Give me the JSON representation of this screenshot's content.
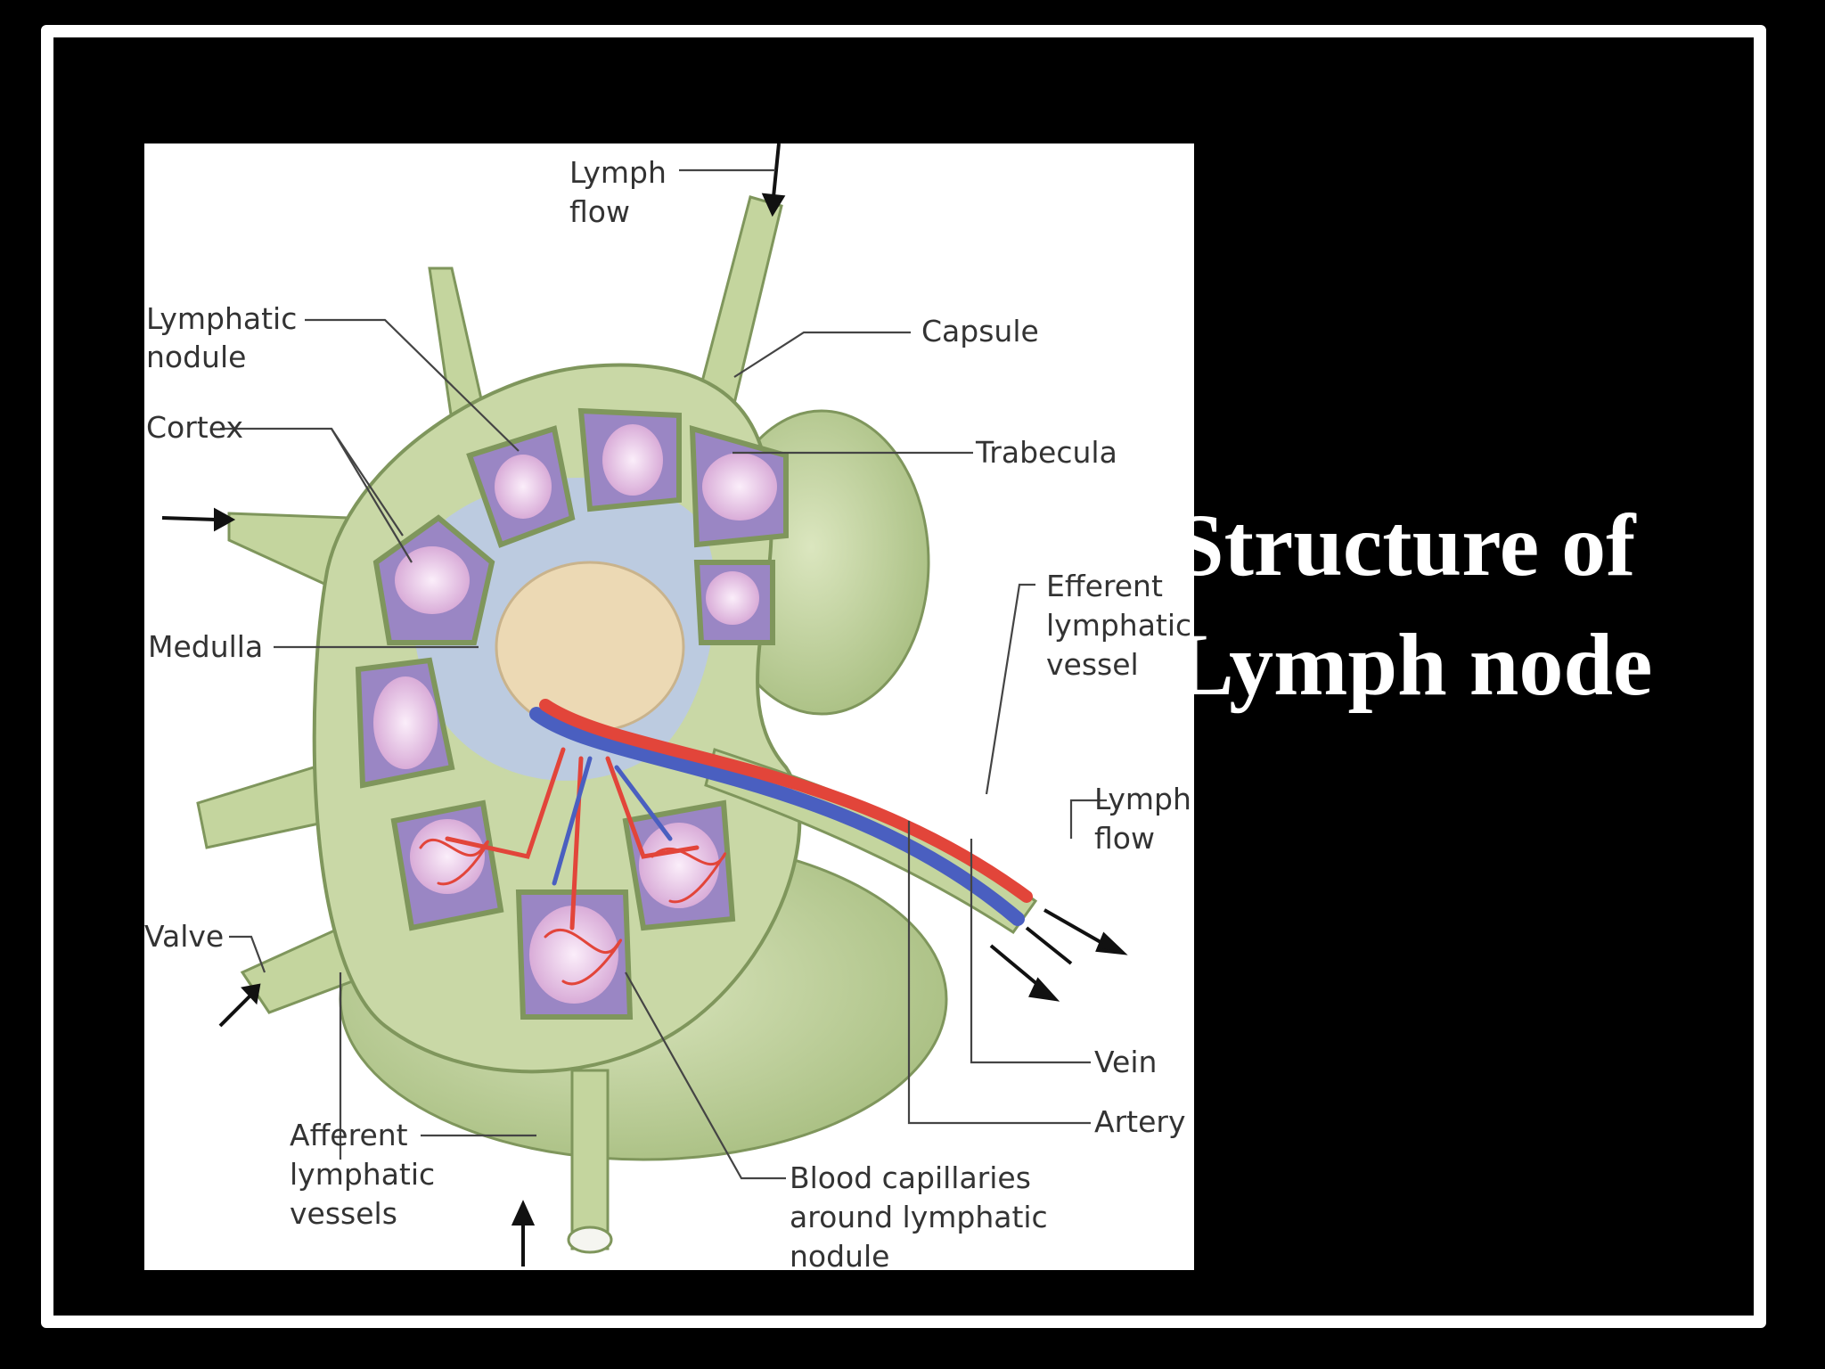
{
  "slide": {
    "title_line1": "Structure of",
    "title_line2": "Lymph node"
  },
  "labels": {
    "lymph_flow_top": [
      "Lymph",
      "flow"
    ],
    "lymphatic_nodule": [
      "Lymphatic",
      "nodule"
    ],
    "cortex": "Cortex",
    "medulla": "Medulla",
    "valve": "Valve",
    "capsule": "Capsule",
    "trabecula": "Trabecula",
    "efferent_vessel": [
      "Efferent",
      "lymphatic",
      "vessel"
    ],
    "lymph_flow_right": [
      "Lymph",
      "flow"
    ],
    "vein": "Vein",
    "artery": "Artery",
    "afferent_vessels": [
      "Afferent",
      "lymphatic",
      "vessels"
    ],
    "blood_capillaries": [
      "Blood capillaries",
      "around lymphatic",
      "nodule"
    ]
  },
  "colors": {
    "capsule_green": "#c9d8a6",
    "capsule_dark": "#8fa66a",
    "cortex_purple": "#9a86c4",
    "nodule_pink": "#ecc9ec",
    "medulla_blue": "#bccbe0",
    "medulla_tan": "#ecd9b4",
    "artery_red": "#e2453a",
    "vein_blue": "#4a5fc0"
  }
}
